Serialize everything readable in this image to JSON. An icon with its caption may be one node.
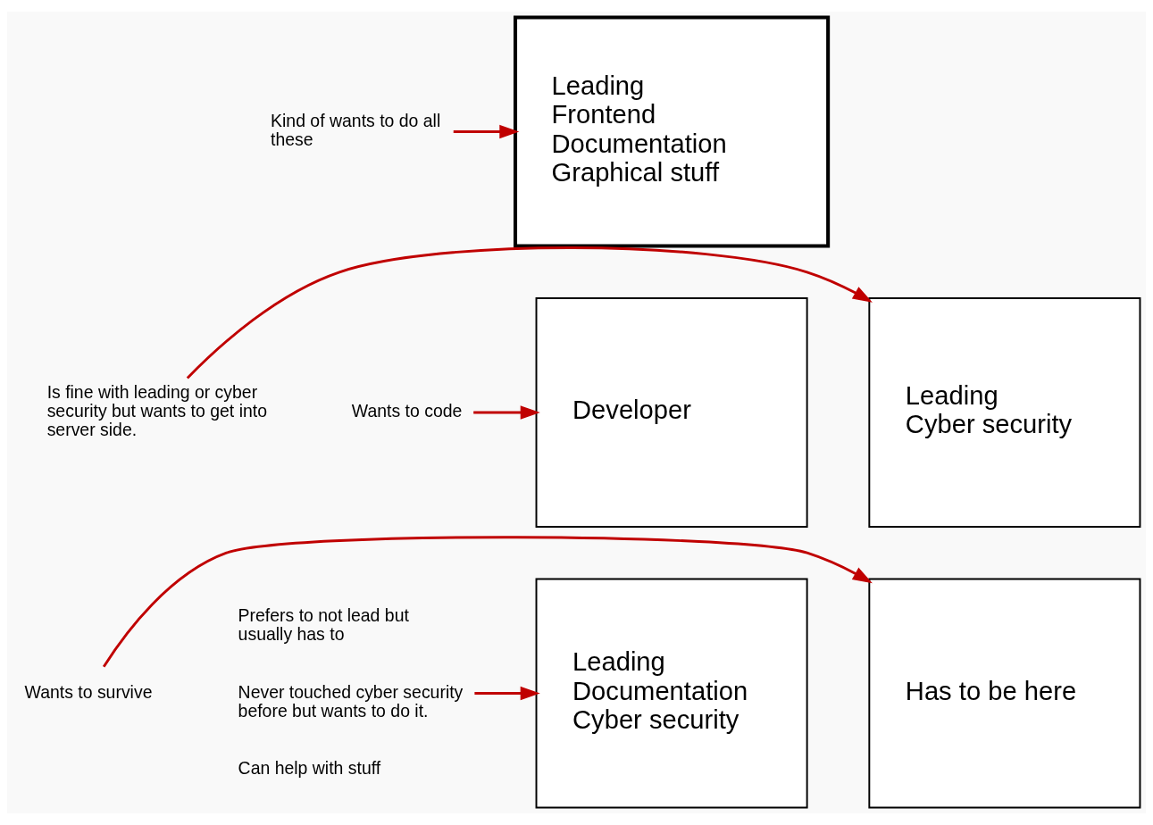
{
  "diagram": {
    "nodes": [
      {
        "text": [
          "Leading",
          "Frontend",
          "Documentation",
          "Graphical stuff"
        ]
      },
      {
        "text": [
          "Kind of wants to do all these"
        ]
      },
      {
        "text": [
          "Developer"
        ]
      },
      {
        "text": [
          "Leading",
          "Cyber security"
        ]
      },
      {
        "text": [
          "Leading",
          "Documentation",
          "Cyber security"
        ]
      },
      {
        "text": [
          "Has to be here"
        ]
      },
      {
        "text": [
          "Wants to code"
        ]
      },
      {
        "text": [
          "Is fine with leading or cyber security but wants to get into server side."
        ]
      },
      {
        "text": [
          "Prefers to not lead but usually has to",
          "Never touched cyber security before but wants to do it.",
          "Can help with stuff"
        ]
      },
      {
        "text": [
          "Wants to survive"
        ]
      }
    ],
    "edges": [
      {
        "from": 1,
        "to": 0,
        "arrow": "to"
      },
      {
        "from": 6,
        "to": 2,
        "arrow": "to"
      },
      {
        "from": 7,
        "to": 3,
        "arrow": "to"
      },
      {
        "from": 8,
        "to": 4,
        "arrow": "to"
      },
      {
        "from": 9,
        "to": 5,
        "arrow": "to"
      }
    ]
  }
}
